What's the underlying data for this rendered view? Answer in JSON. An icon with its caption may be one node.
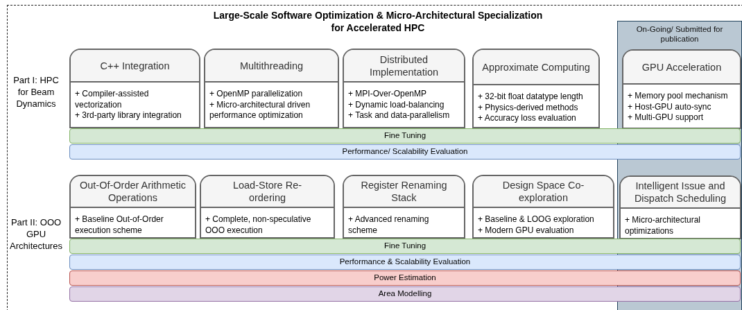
{
  "diagram": {
    "title": "Large-Scale Software Optimization & Micro-Architectural Specialization for Accelerated HPC",
    "nodes": [
      {
        "text": [
          "On-Going/ Submitted for publication"
        ]
      },
      {
        "text": [
          "C++ Integration",
          "+ Compiler-assisted vectorization",
          "+ 3rd-party library integration"
        ]
      },
      {
        "text": [
          "Multithreading",
          "+ OpenMP parallelization",
          "+ Micro-architectural driven performance optimization"
        ]
      },
      {
        "text": [
          "Distributed Implementation",
          "+ MPI-Over-OpenMP",
          "+ Dynamic load-balancing",
          "+ Task and data-parallelism"
        ]
      },
      {
        "text": [
          "Approximate Computing",
          "+ 32-bit float datatype length",
          "+ Physics-derived methods",
          "+ Accuracy loss evaluation"
        ]
      },
      {
        "text": [
          "GPU Acceleration",
          "+ Memory pool mechanism",
          "+ Host-GPU auto-sync",
          "+ Multi-GPU support"
        ],
        "in": 0
      },
      {
        "text": [
          "Fine Tuning"
        ]
      },
      {
        "text": [
          "Performance/ Scalability Evaluation"
        ]
      },
      {
        "text": [
          "Out-Of-Order Arithmetic Operations",
          "+ Baseline Out-of-Order execution scheme"
        ]
      },
      {
        "text": [
          "Load-Store Re-ordering",
          "+ Complete, non-speculative OOO execution"
        ]
      },
      {
        "text": [
          "Register Renaming Stack",
          "+ Advanced renaming scheme"
        ]
      },
      {
        "text": [
          "Design Space Co-exploration",
          "+ Baseline & LOOG exploration",
          "+ Modern GPU evaluation"
        ]
      },
      {
        "text": [
          "Intelligent Issue and Dispatch Scheduling",
          "+ Micro-architectural optimizations"
        ],
        "in": 0
      },
      {
        "text": [
          "Fine Tuning"
        ]
      },
      {
        "text": [
          "Performance & Scalability Evaluation"
        ]
      },
      {
        "text": [
          "Power Estimation"
        ]
      },
      {
        "text": [
          "Area Modelling"
        ]
      }
    ],
    "labels": [
      "Part I: HPC for Beam Dynamics",
      "Part II: OOO GPU Architectures"
    ]
  }
}
